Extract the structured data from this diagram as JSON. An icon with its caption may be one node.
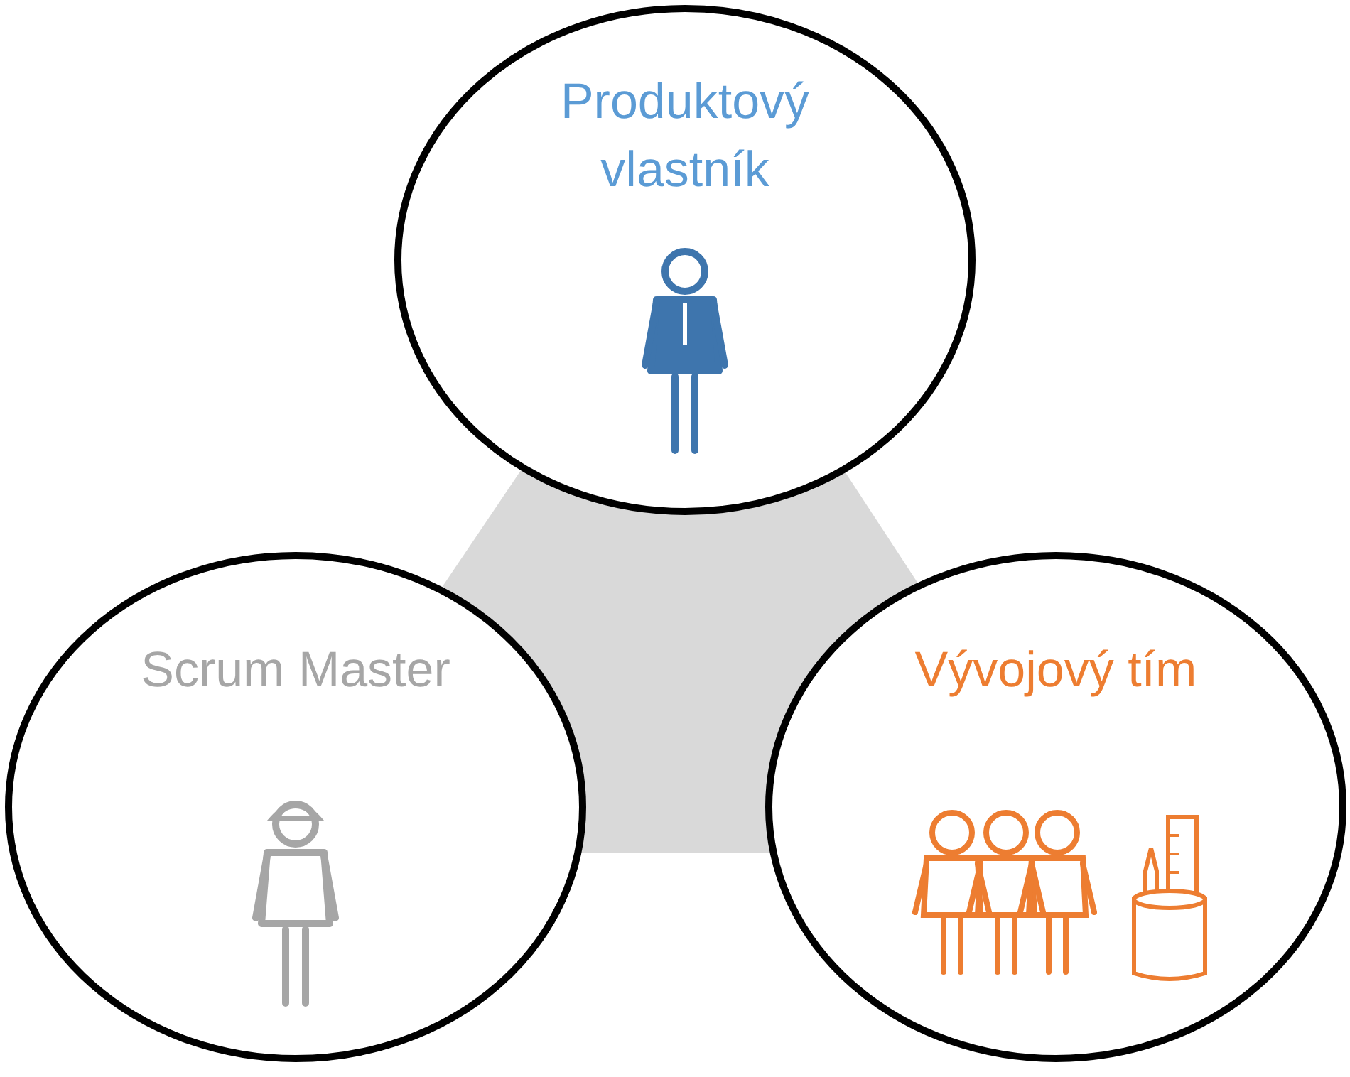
{
  "diagram": {
    "nodes": [
      {
        "text": [
          "Produktový vlastník"
        ]
      },
      {
        "text": [
          "Scrum Master"
        ]
      },
      {
        "text": [
          "Vývojový tím"
        ]
      }
    ]
  }
}
